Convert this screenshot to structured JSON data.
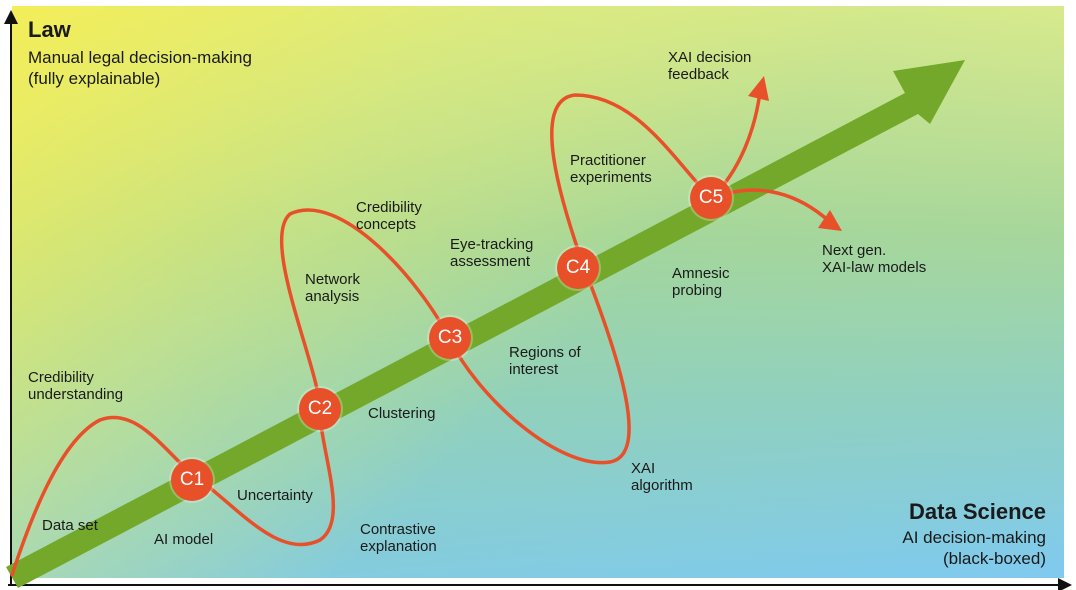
{
  "corners": {
    "top_left": {
      "title": "Law",
      "subtitle": "Manual legal decision-making\n(fully explainable)"
    },
    "bottom_right": {
      "title": "Data Science",
      "subtitle": "AI decision-making\n(black-boxed)"
    }
  },
  "nodes": [
    {
      "id": "c1",
      "label": "C1"
    },
    {
      "id": "c2",
      "label": "C2"
    },
    {
      "id": "c3",
      "label": "C3"
    },
    {
      "id": "c4",
      "label": "C4"
    },
    {
      "id": "c5",
      "label": "C5"
    }
  ],
  "labels": {
    "credibility_understanding": "Credibility\nunderstanding",
    "data_set": "Data set",
    "ai_model": "AI model",
    "uncertainty": "Uncertainty",
    "contrastive_explanation": "Contrastive\nexplanation",
    "clustering": "Clustering",
    "network_analysis": "Network\nanalysis",
    "credibility_concepts": "Credibility\nconcepts",
    "regions_of_interest": "Regions of\ninterest",
    "eye_tracking_assessment": "Eye-tracking\nassessment",
    "xai_algorithm": "XAI\nalgorithm",
    "practitioner_experiments": "Practitioner\nexperiments",
    "amnesic_probing": "Amnesic\nprobing",
    "xai_decision_feedback": "XAI decision\nfeedback",
    "next_gen": "Next gen.\nXAI-law models"
  },
  "colors": {
    "arrow_green": "#74a82a",
    "loop_orange": "#e8502a",
    "node_orange": "#e8502a",
    "axis": "#111111"
  }
}
